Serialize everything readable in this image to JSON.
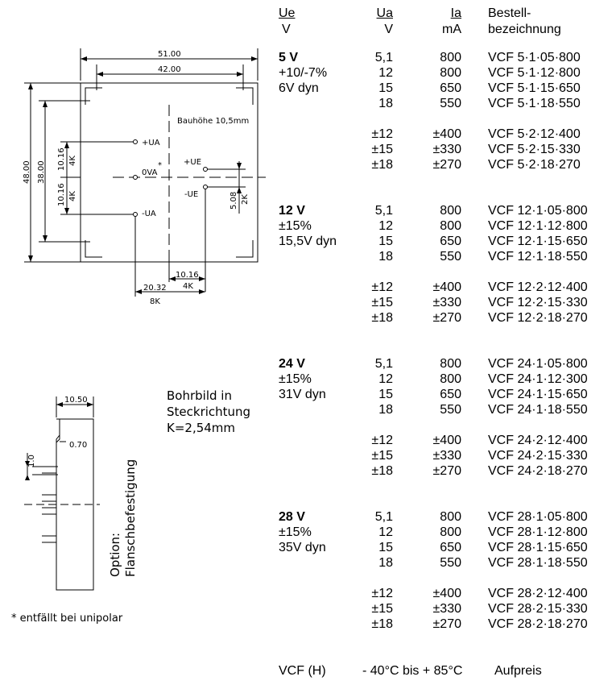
{
  "header": {
    "ue": "Ue",
    "ue_unit": "V",
    "ua": "Ua",
    "ua_unit": "V",
    "ia": "Ia",
    "ia_unit": "mA",
    "order1": "Bestell-",
    "order2": "bezeichnung"
  },
  "groups": [
    {
      "ue": "5 V",
      "tol": "+10/-7%",
      "dyn": "6V dyn",
      "rows": [
        {
          "ua": "5,1",
          "ia": "800",
          "code": "VCF 5·1·05·800"
        },
        {
          "ua": "12",
          "ia": "800",
          "code": "VCF 5·1·12·800"
        },
        {
          "ua": "15",
          "ia": "650",
          "code": "VCF 5·1·15·650"
        },
        {
          "ua": "18",
          "ia": "550",
          "code": "VCF 5·1·18·550"
        },
        {
          "ua": "±12",
          "ia": "±400",
          "code": "VCF 5·2·12·400"
        },
        {
          "ua": "±15",
          "ia": "±330",
          "code": "VCF 5·2·15·330"
        },
        {
          "ua": "±18",
          "ia": "±270",
          "code": "VCF 5·2·18·270"
        }
      ]
    },
    {
      "ue": "12 V",
      "tol": "±15%",
      "dyn": "15,5V dyn",
      "rows": [
        {
          "ua": "5,1",
          "ia": "800",
          "code": "VCF 12·1·05·800"
        },
        {
          "ua": "12",
          "ia": "800",
          "code": "VCF 12·1·12·800"
        },
        {
          "ua": "15",
          "ia": "650",
          "code": "VCF 12·1·15·650"
        },
        {
          "ua": "18",
          "ia": "550",
          "code": "VCF 12·1·18·550"
        },
        {
          "ua": "±12",
          "ia": "±400",
          "code": "VCF 12·2·12·400"
        },
        {
          "ua": "±15",
          "ia": "±330",
          "code": "VCF 12·2·15·330"
        },
        {
          "ua": "±18",
          "ia": "±270",
          "code": "VCF 12·2·18·270"
        }
      ]
    },
    {
      "ue": "24 V",
      "tol": "±15%",
      "dyn": "31V dyn",
      "rows": [
        {
          "ua": "5,1",
          "ia": "800",
          "code": "VCF 24·1·05·800"
        },
        {
          "ua": "12",
          "ia": "800",
          "code": "VCF 24·1·12·300"
        },
        {
          "ua": "15",
          "ia": "650",
          "code": "VCF 24·1·15·650"
        },
        {
          "ua": "18",
          "ia": "550",
          "code": "VCF 24·1·18·550"
        },
        {
          "ua": "±12",
          "ia": "±400",
          "code": "VCF 24·2·12·400"
        },
        {
          "ua": "±15",
          "ia": "±330",
          "code": "VCF 24·2·15·330"
        },
        {
          "ua": "±18",
          "ia": "±270",
          "code": "VCF 24·2·18·270"
        }
      ]
    },
    {
      "ue": "28 V",
      "tol": "±15%",
      "dyn": "35V dyn",
      "rows": [
        {
          "ua": "5,1",
          "ia": "800",
          "code": "VCF 28·1·05·800"
        },
        {
          "ua": "12",
          "ia": "800",
          "code": "VCF 28·1·12·800"
        },
        {
          "ua": "15",
          "ia": "650",
          "code": "VCF 28·1·15·650"
        },
        {
          "ua": "18",
          "ia": "550",
          "code": "VCF 28·1·18·550"
        },
        {
          "ua": "±12",
          "ia": "±400",
          "code": "VCF 28·2·12·400"
        },
        {
          "ua": "±15",
          "ia": "±330",
          "code": "VCF 28·2·15·330"
        },
        {
          "ua": "±18",
          "ia": "±270",
          "code": "VCF 28·2·18·270"
        }
      ]
    }
  ],
  "footer": {
    "model": "VCF (H)",
    "range": "- 40°C bis + 85°C",
    "extra": "Aufpreis"
  },
  "drawing": {
    "dim_51": "51.00",
    "dim_42": "42.00",
    "dim_48": "48.00",
    "dim_38": "38.00",
    "height_note": "Bauhöhe 10,5mm",
    "plus_ua": "+UA",
    "zero_va": "0VA",
    "star": "*",
    "minus_ua": "-UA",
    "plus_ue": "+UE",
    "minus_ue": "-UE",
    "dim_1016_a": "10.16",
    "dim_4k_a": "4K",
    "dim_1016_b": "10.16",
    "dim_4k_b": "4K",
    "dim_508": "5.08",
    "dim_2k": "2K",
    "dim_1016_c": "10.16",
    "dim_4k_c": "4K",
    "dim_2032": "20.32",
    "dim_8k": "8K",
    "dim_1050": "10.50",
    "dim_070": "0.70",
    "dim_10": "1.0"
  },
  "notes": {
    "bohrbild1": "Bohrbild in",
    "bohrbild2": "Steckrichtung",
    "bohrbild3": "K=2,54mm",
    "option1": "Option:",
    "option2": "Flanschbefestigung",
    "footnote": "* entfällt bei unipolar"
  }
}
